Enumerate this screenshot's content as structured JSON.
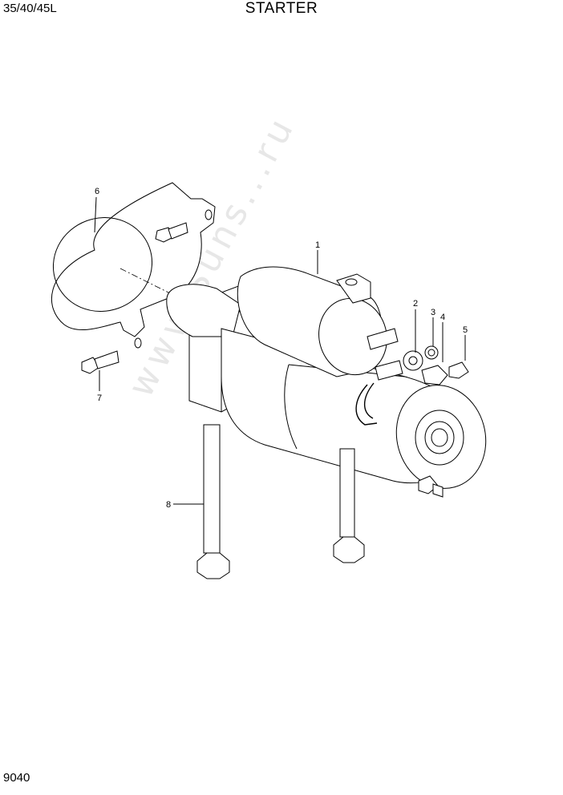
{
  "header": {
    "model": "35/40/45L",
    "title": "STARTER"
  },
  "footer": {
    "page_number": "9040"
  },
  "watermark": "www.Suns...ru",
  "callouts": {
    "c1": "1",
    "c2": "2",
    "c3": "3",
    "c4": "4",
    "c5": "5",
    "c6": "6",
    "c7": "7",
    "c8": "8"
  }
}
